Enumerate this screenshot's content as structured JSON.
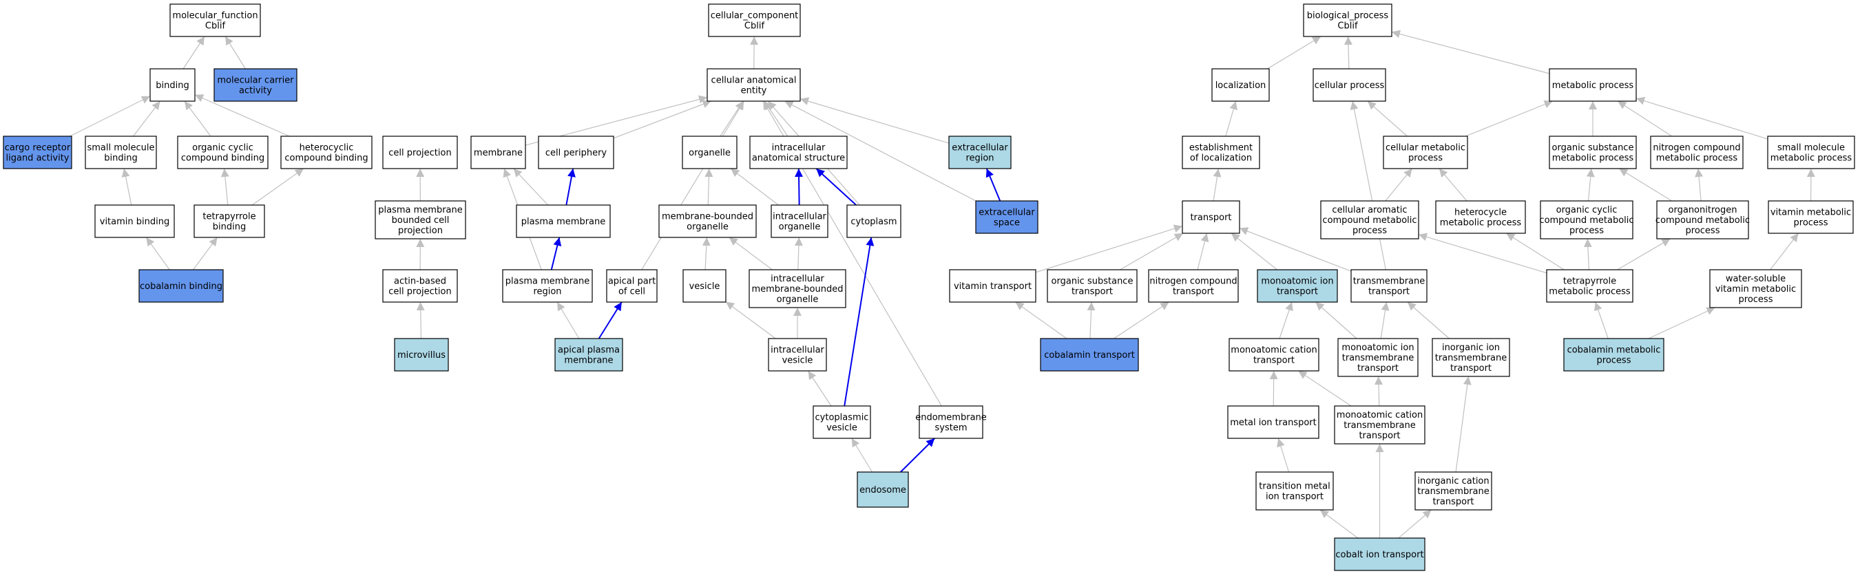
{
  "colors": {
    "plain": "#ffffff",
    "light": "#add8e6",
    "dark": "#6495ed",
    "edge_gray": "#c0c0c0",
    "edge_blue": "#0000ee",
    "border": "#000000"
  },
  "nodes": [
    {
      "id": "mf",
      "label": [
        "molecular_function",
        "Cblif"
      ],
      "fill": "plain"
    },
    {
      "id": "binding",
      "label": [
        "binding"
      ],
      "fill": "plain"
    },
    {
      "id": "mca",
      "label": [
        "molecular carrier",
        "activity"
      ],
      "fill": "dark"
    },
    {
      "id": "crla",
      "label": [
        "cargo receptor",
        "ligand activity"
      ],
      "fill": "dark"
    },
    {
      "id": "smb",
      "label": [
        "small molecule",
        "binding"
      ],
      "fill": "plain"
    },
    {
      "id": "occb",
      "label": [
        "organic cyclic",
        "compound binding"
      ],
      "fill": "plain"
    },
    {
      "id": "hccb",
      "label": [
        "heterocyclic",
        "compound binding"
      ],
      "fill": "plain"
    },
    {
      "id": "vitb",
      "label": [
        "vitamin binding"
      ],
      "fill": "plain"
    },
    {
      "id": "tetb",
      "label": [
        "tetrapyrrole",
        "binding"
      ],
      "fill": "plain"
    },
    {
      "id": "cobb",
      "label": [
        "cobalamin binding"
      ],
      "fill": "dark"
    },
    {
      "id": "cc",
      "label": [
        "cellular_component",
        "Cblif"
      ],
      "fill": "plain"
    },
    {
      "id": "cae",
      "label": [
        "cellular anatomical",
        "entity"
      ],
      "fill": "plain"
    },
    {
      "id": "cellproj",
      "label": [
        "cell projection"
      ],
      "fill": "plain"
    },
    {
      "id": "membrane",
      "label": [
        "membrane"
      ],
      "fill": "plain"
    },
    {
      "id": "cellper",
      "label": [
        "cell periphery"
      ],
      "fill": "plain"
    },
    {
      "id": "organelle",
      "label": [
        "organelle"
      ],
      "fill": "plain"
    },
    {
      "id": "ias",
      "label": [
        "intracellular",
        "anatomical structure"
      ],
      "fill": "plain"
    },
    {
      "id": "extreg",
      "label": [
        "extracellular",
        "region"
      ],
      "fill": "light"
    },
    {
      "id": "pmbcp",
      "label": [
        "plasma membrane",
        "bounded cell",
        "projection"
      ],
      "fill": "plain"
    },
    {
      "id": "pm",
      "label": [
        "plasma membrane"
      ],
      "fill": "plain"
    },
    {
      "id": "mbo",
      "label": [
        "membrane-bounded",
        "organelle"
      ],
      "fill": "plain"
    },
    {
      "id": "intorg",
      "label": [
        "intracellular",
        "organelle"
      ],
      "fill": "plain"
    },
    {
      "id": "cytoplasm",
      "label": [
        "cytoplasm"
      ],
      "fill": "plain"
    },
    {
      "id": "extspace",
      "label": [
        "extracellular",
        "space"
      ],
      "fill": "dark"
    },
    {
      "id": "abcp",
      "label": [
        "actin-based",
        "cell projection"
      ],
      "fill": "plain"
    },
    {
      "id": "pmr",
      "label": [
        "plasma membrane",
        "region"
      ],
      "fill": "plain"
    },
    {
      "id": "apc",
      "label": [
        "apical part",
        "of cell"
      ],
      "fill": "plain"
    },
    {
      "id": "vesicle",
      "label": [
        "vesicle"
      ],
      "fill": "plain"
    },
    {
      "id": "imbo",
      "label": [
        "intracellular",
        "membrane-bounded",
        "organelle"
      ],
      "fill": "plain"
    },
    {
      "id": "microvillus",
      "label": [
        "microvillus"
      ],
      "fill": "light"
    },
    {
      "id": "apm",
      "label": [
        "apical plasma",
        "membrane"
      ],
      "fill": "light"
    },
    {
      "id": "intves",
      "label": [
        "intracellular",
        "vesicle"
      ],
      "fill": "plain"
    },
    {
      "id": "cytves",
      "label": [
        "cytoplasmic",
        "vesicle"
      ],
      "fill": "plain"
    },
    {
      "id": "endosys",
      "label": [
        "endomembrane",
        "system"
      ],
      "fill": "plain"
    },
    {
      "id": "endosome",
      "label": [
        "endosome"
      ],
      "fill": "light"
    },
    {
      "id": "bp",
      "label": [
        "biological_process",
        "Cblif"
      ],
      "fill": "plain"
    },
    {
      "id": "localization",
      "label": [
        "localization"
      ],
      "fill": "plain"
    },
    {
      "id": "cellproc",
      "label": [
        "cellular process"
      ],
      "fill": "plain"
    },
    {
      "id": "metproc",
      "label": [
        "metabolic process"
      ],
      "fill": "plain"
    },
    {
      "id": "estloc",
      "label": [
        "establishment",
        "of localization"
      ],
      "fill": "plain"
    },
    {
      "id": "cmp",
      "label": [
        "cellular metabolic",
        "process"
      ],
      "fill": "plain"
    },
    {
      "id": "osmp",
      "label": [
        "organic substance",
        "metabolic process"
      ],
      "fill": "plain"
    },
    {
      "id": "ncmp",
      "label": [
        "nitrogen compound",
        "metabolic process"
      ],
      "fill": "plain"
    },
    {
      "id": "smmp",
      "label": [
        "small molecule",
        "metabolic process"
      ],
      "fill": "plain"
    },
    {
      "id": "transport",
      "label": [
        "transport"
      ],
      "fill": "plain"
    },
    {
      "id": "cacmp",
      "label": [
        "cellular aromatic",
        "compound metabolic",
        "process"
      ],
      "fill": "plain"
    },
    {
      "id": "hcmp",
      "label": [
        "heterocycle",
        "metabolic process"
      ],
      "fill": "plain"
    },
    {
      "id": "occmp",
      "label": [
        "organic cyclic",
        "compound metabolic",
        "process"
      ],
      "fill": "plain"
    },
    {
      "id": "oncmp",
      "label": [
        "organonitrogen",
        "compound metabolic",
        "process"
      ],
      "fill": "plain"
    },
    {
      "id": "vmp",
      "label": [
        "vitamin metabolic",
        "process"
      ],
      "fill": "plain"
    },
    {
      "id": "vittr",
      "label": [
        "vitamin transport"
      ],
      "fill": "plain"
    },
    {
      "id": "ostr",
      "label": [
        "organic substance",
        "transport"
      ],
      "fill": "plain"
    },
    {
      "id": "nctr",
      "label": [
        "nitrogen compound",
        "transport"
      ],
      "fill": "plain"
    },
    {
      "id": "moit",
      "label": [
        "monoatomic ion",
        "transport"
      ],
      "fill": "light"
    },
    {
      "id": "tmt",
      "label": [
        "transmembrane",
        "transport"
      ],
      "fill": "plain"
    },
    {
      "id": "tpmp",
      "label": [
        "tetrapyrrole",
        "metabolic process"
      ],
      "fill": "plain"
    },
    {
      "id": "wsvmp",
      "label": [
        "water-soluble",
        "vitamin metabolic",
        "process"
      ],
      "fill": "plain"
    },
    {
      "id": "cobtr",
      "label": [
        "cobalamin transport"
      ],
      "fill": "dark"
    },
    {
      "id": "mact",
      "label": [
        "monoatomic cation",
        "transport"
      ],
      "fill": "plain"
    },
    {
      "id": "moitt",
      "label": [
        "monoatomic ion",
        "transmembrane",
        "transport"
      ],
      "fill": "plain"
    },
    {
      "id": "iitt",
      "label": [
        "inorganic ion",
        "transmembrane",
        "transport"
      ],
      "fill": "plain"
    },
    {
      "id": "cobmp",
      "label": [
        "cobalamin metabolic",
        "process"
      ],
      "fill": "light"
    },
    {
      "id": "metiont",
      "label": [
        "metal ion transport"
      ],
      "fill": "plain"
    },
    {
      "id": "macttt",
      "label": [
        "monoatomic cation",
        "transmembrane",
        "transport"
      ],
      "fill": "plain"
    },
    {
      "id": "tmit",
      "label": [
        "transition metal",
        "ion transport"
      ],
      "fill": "plain"
    },
    {
      "id": "icatt",
      "label": [
        "inorganic cation",
        "transmembrane",
        "transport"
      ],
      "fill": "plain"
    },
    {
      "id": "coboit",
      "label": [
        "cobalt ion transport"
      ],
      "fill": "light"
    }
  ],
  "edges": [
    [
      "binding",
      "mf",
      "gray"
    ],
    [
      "mca",
      "mf",
      "gray"
    ],
    [
      "crla",
      "binding",
      "gray"
    ],
    [
      "smb",
      "binding",
      "gray"
    ],
    [
      "occb",
      "binding",
      "gray"
    ],
    [
      "hccb",
      "binding",
      "gray"
    ],
    [
      "vitb",
      "smb",
      "gray"
    ],
    [
      "tetb",
      "occb",
      "gray"
    ],
    [
      "tetb",
      "hccb",
      "gray"
    ],
    [
      "cobb",
      "vitb",
      "gray"
    ],
    [
      "cobb",
      "tetb",
      "gray"
    ],
    [
      "cae",
      "cc",
      "gray"
    ],
    [
      "membrane",
      "cae",
      "gray"
    ],
    [
      "cellper",
      "cae",
      "gray"
    ],
    [
      "organelle",
      "cae",
      "gray"
    ],
    [
      "ias",
      "cae",
      "gray"
    ],
    [
      "extreg",
      "cae",
      "gray"
    ],
    [
      "apc",
      "cae",
      "gray"
    ],
    [
      "cytoplasm",
      "cae",
      "gray"
    ],
    [
      "endosys",
      "cae",
      "gray"
    ],
    [
      "extspace",
      "cae",
      "gray"
    ],
    [
      "pmbcp",
      "cellproj",
      "gray"
    ],
    [
      "pm",
      "membrane",
      "gray"
    ],
    [
      "pm",
      "cellper",
      "blue"
    ],
    [
      "mbo",
      "organelle",
      "gray"
    ],
    [
      "intorg",
      "organelle",
      "gray"
    ],
    [
      "intorg",
      "ias",
      "blue"
    ],
    [
      "cytoplasm",
      "ias",
      "blue"
    ],
    [
      "extspace",
      "extreg",
      "blue"
    ],
    [
      "abcp",
      "pmbcp",
      "gray"
    ],
    [
      "pmr",
      "membrane",
      "gray"
    ],
    [
      "pmr",
      "pm",
      "blue"
    ],
    [
      "vesicle",
      "mbo",
      "gray"
    ],
    [
      "imbo",
      "mbo",
      "gray"
    ],
    [
      "imbo",
      "intorg",
      "gray"
    ],
    [
      "microvillus",
      "abcp",
      "gray"
    ],
    [
      "apm",
      "pmr",
      "gray"
    ],
    [
      "apm",
      "apc",
      "blue"
    ],
    [
      "intves",
      "vesicle",
      "gray"
    ],
    [
      "intves",
      "imbo",
      "gray"
    ],
    [
      "cytves",
      "intves",
      "gray"
    ],
    [
      "cytves",
      "cytoplasm",
      "blue"
    ],
    [
      "endosome",
      "cytves",
      "gray"
    ],
    [
      "endosome",
      "endosys",
      "blue"
    ],
    [
      "localization",
      "bp",
      "gray"
    ],
    [
      "cellproc",
      "bp",
      "gray"
    ],
    [
      "metproc",
      "bp",
      "gray"
    ],
    [
      "estloc",
      "localization",
      "gray"
    ],
    [
      "cmp",
      "cellproc",
      "gray"
    ],
    [
      "cmp",
      "metproc",
      "gray"
    ],
    [
      "osmp",
      "metproc",
      "gray"
    ],
    [
      "ncmp",
      "metproc",
      "gray"
    ],
    [
      "smmp",
      "metproc",
      "gray"
    ],
    [
      "transport",
      "estloc",
      "gray"
    ],
    [
      "cacmp",
      "cmp",
      "gray"
    ],
    [
      "hcmp",
      "cmp",
      "gray"
    ],
    [
      "occmp",
      "osmp",
      "gray"
    ],
    [
      "oncmp",
      "osmp",
      "gray"
    ],
    [
      "oncmp",
      "ncmp",
      "gray"
    ],
    [
      "vmp",
      "smmp",
      "gray"
    ],
    [
      "vittr",
      "transport",
      "gray"
    ],
    [
      "ostr",
      "transport",
      "gray"
    ],
    [
      "nctr",
      "transport",
      "gray"
    ],
    [
      "moit",
      "transport",
      "gray"
    ],
    [
      "tmt",
      "transport",
      "gray"
    ],
    [
      "tmt",
      "cellproc",
      "gray"
    ],
    [
      "tpmp",
      "cacmp",
      "gray"
    ],
    [
      "tpmp",
      "hcmp",
      "gray"
    ],
    [
      "tpmp",
      "occmp",
      "gray"
    ],
    [
      "tpmp",
      "oncmp",
      "gray"
    ],
    [
      "wsvmp",
      "vmp",
      "gray"
    ],
    [
      "cobtr",
      "vittr",
      "gray"
    ],
    [
      "cobtr",
      "ostr",
      "gray"
    ],
    [
      "cobtr",
      "nctr",
      "gray"
    ],
    [
      "mact",
      "moit",
      "gray"
    ],
    [
      "moitt",
      "moit",
      "gray"
    ],
    [
      "moitt",
      "tmt",
      "gray"
    ],
    [
      "iitt",
      "tmt",
      "gray"
    ],
    [
      "cobmp",
      "tpmp",
      "gray"
    ],
    [
      "cobmp",
      "wsvmp",
      "gray"
    ],
    [
      "metiont",
      "mact",
      "gray"
    ],
    [
      "macttt",
      "mact",
      "gray"
    ],
    [
      "macttt",
      "moitt",
      "gray"
    ],
    [
      "icatt",
      "iitt",
      "gray"
    ],
    [
      "tmit",
      "metiont",
      "gray"
    ],
    [
      "coboit",
      "tmit",
      "gray"
    ],
    [
      "coboit",
      "macttt",
      "gray"
    ],
    [
      "coboit",
      "icatt",
      "gray"
    ]
  ]
}
